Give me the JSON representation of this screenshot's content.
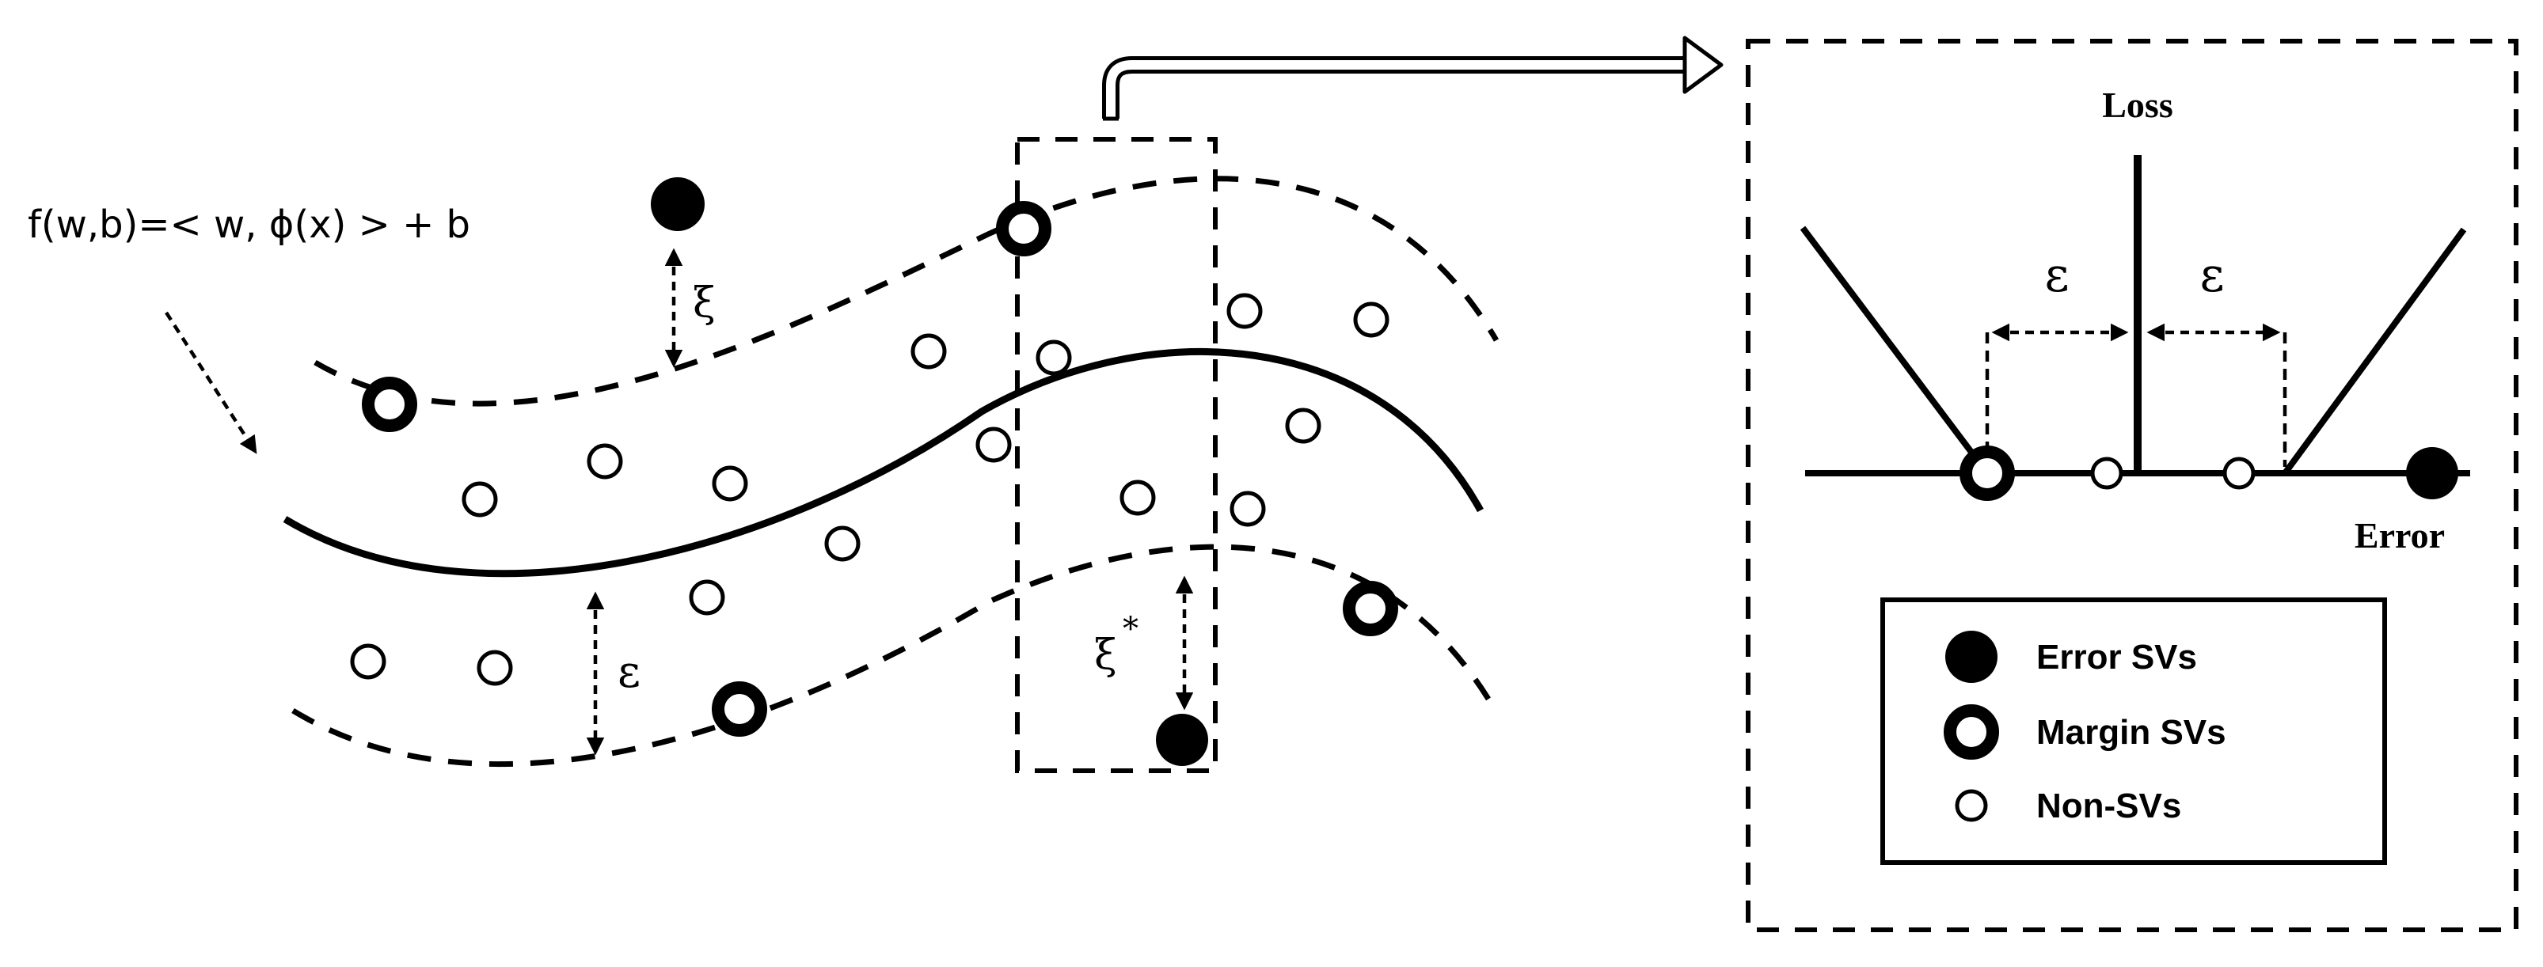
{
  "left_panel": {
    "function_label": "f(w,b)=< w, ϕ(x) > + b",
    "xi_label": "ξ",
    "xi_star_label": "ξ",
    "xi_star_superscript": "*",
    "epsilon_label": "ε"
  },
  "right_panel": {
    "loss_label": "Loss",
    "error_label": "Error",
    "epsilon_left": "ε",
    "epsilon_right": "ε"
  },
  "legend": {
    "items": [
      {
        "marker": "filled-circle",
        "label": "Error SVs"
      },
      {
        "marker": "thick-ring",
        "label": "Margin SVs"
      },
      {
        "marker": "thin-circle",
        "label": "Non-SVs"
      }
    ]
  }
}
